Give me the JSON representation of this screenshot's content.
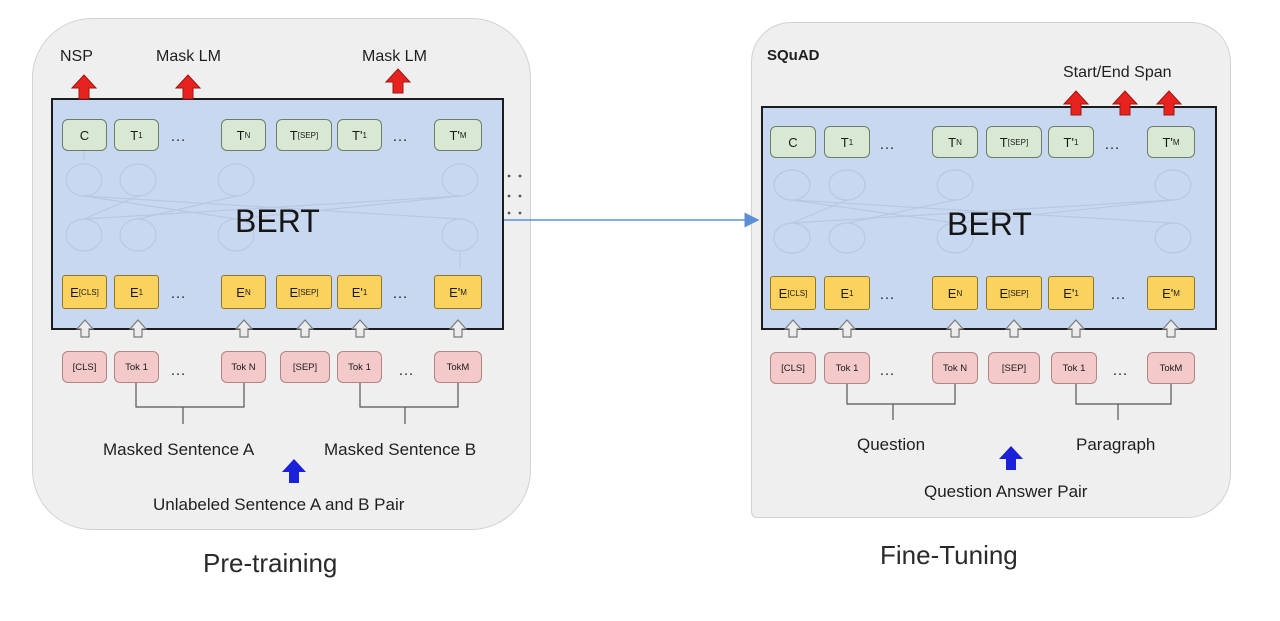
{
  "pretraining": {
    "outputs": {
      "nsp": "NSP",
      "mask_lm_1": "Mask LM",
      "mask_lm_2": "Mask LM"
    },
    "model": "BERT",
    "t_row": [
      "C",
      "T",
      "…",
      "T",
      "T",
      "T'",
      "…",
      "T'"
    ],
    "t_subs": [
      "",
      "1",
      "",
      "N",
      "[SEP]",
      "1",
      "",
      "M"
    ],
    "e_row": [
      "E",
      "E",
      "…",
      "E",
      "E",
      "E'",
      "…",
      "E'"
    ],
    "e_subs": [
      "[CLS]",
      "1",
      "",
      "N",
      "[SEP]",
      "1",
      "",
      "M"
    ],
    "tok_row": [
      "[CLS]",
      "Tok 1",
      "…",
      "Tok N",
      "[SEP]",
      "Tok 1",
      "…",
      "TokM"
    ],
    "sentence_a": "Masked Sentence A",
    "sentence_b": "Masked Sentence B",
    "pair": "Unlabeled Sentence A and B Pair",
    "caption": "Pre-training"
  },
  "finetuning": {
    "task": "SQuAD",
    "output": "Start/End Span",
    "model": "BERT",
    "t_row": [
      "C",
      "T",
      "…",
      "T",
      "T",
      "T'",
      "…",
      "T'"
    ],
    "t_subs": [
      "",
      "1",
      "",
      "N",
      "[SEP]",
      "1",
      "",
      "M"
    ],
    "e_row": [
      "E",
      "E",
      "…",
      "E",
      "E",
      "E'",
      "…",
      "E'"
    ],
    "e_subs": [
      "[CLS]",
      "1",
      "",
      "N",
      "[SEP]",
      "1",
      "",
      "M"
    ],
    "tok_row": [
      "[CLS]",
      "Tok 1",
      "…",
      "Tok N",
      "[SEP]",
      "Tok 1",
      "…",
      "TokM"
    ],
    "segment_a": "Question",
    "segment_b": "Paragraph",
    "pair": "Question Answer Pair",
    "caption": "Fine-Tuning"
  },
  "colors": {
    "output_arrow": "#e8231f",
    "input_arrow": "#1a21d8",
    "transfer_arrow": "#5b8fd6",
    "bert_fill": "#c9d8f1",
    "t_fill": "#d8e8d2",
    "e_fill": "#fbd25e",
    "tok_fill": "#f4c9c9"
  }
}
